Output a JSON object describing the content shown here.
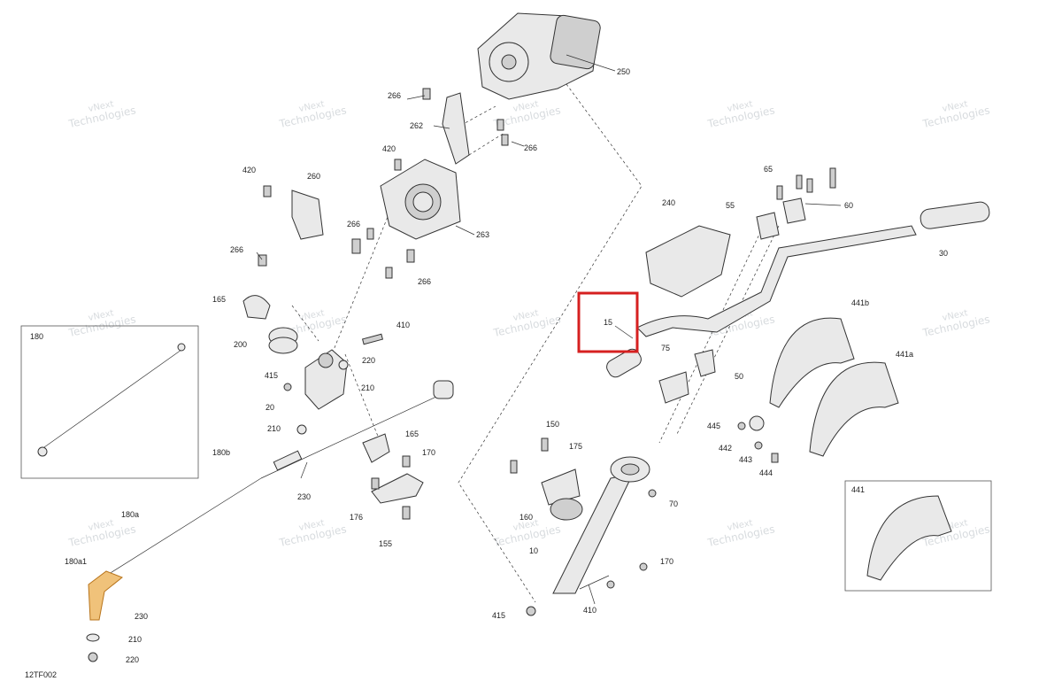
{
  "figure_id": "12TF002",
  "watermark": {
    "line1": "vNext",
    "line2": "Technologies"
  },
  "highlight_label": "15",
  "callouts": {
    "c250": "250",
    "c266a": "266",
    "c262": "262",
    "c266b": "266",
    "c420a": "420",
    "c420b": "420",
    "c260": "260",
    "c266c": "266",
    "c263": "263",
    "c266d": "266",
    "c266e": "266",
    "c165a": "165",
    "c410a": "410",
    "c200": "200",
    "c220a": "220",
    "c415a": "415",
    "c210a": "210",
    "c20": "20",
    "c210b": "210",
    "c165b": "165",
    "c180b": "180b",
    "c170a": "170",
    "c230a": "230",
    "c176": "176",
    "c155": "155",
    "c180a": "180a",
    "c180a1": "180a1",
    "c230b": "230",
    "c210c": "210",
    "c220b": "220",
    "c180": "180",
    "c240": "240",
    "c65": "65",
    "c55": "55",
    "c60": "60",
    "c30": "30",
    "c75": "75",
    "c50": "50",
    "c441b": "441b",
    "c441a": "441a",
    "c445": "445",
    "c442": "442",
    "c443": "443",
    "c444": "444",
    "c150": "150",
    "c175": "175",
    "c160": "160",
    "c70": "70",
    "c10": "10",
    "c170b": "170",
    "c410b": "410",
    "c415b": "415",
    "c441": "441"
  },
  "colors": {
    "highlight": "#d62020",
    "accent_part": "#f0c27a"
  }
}
